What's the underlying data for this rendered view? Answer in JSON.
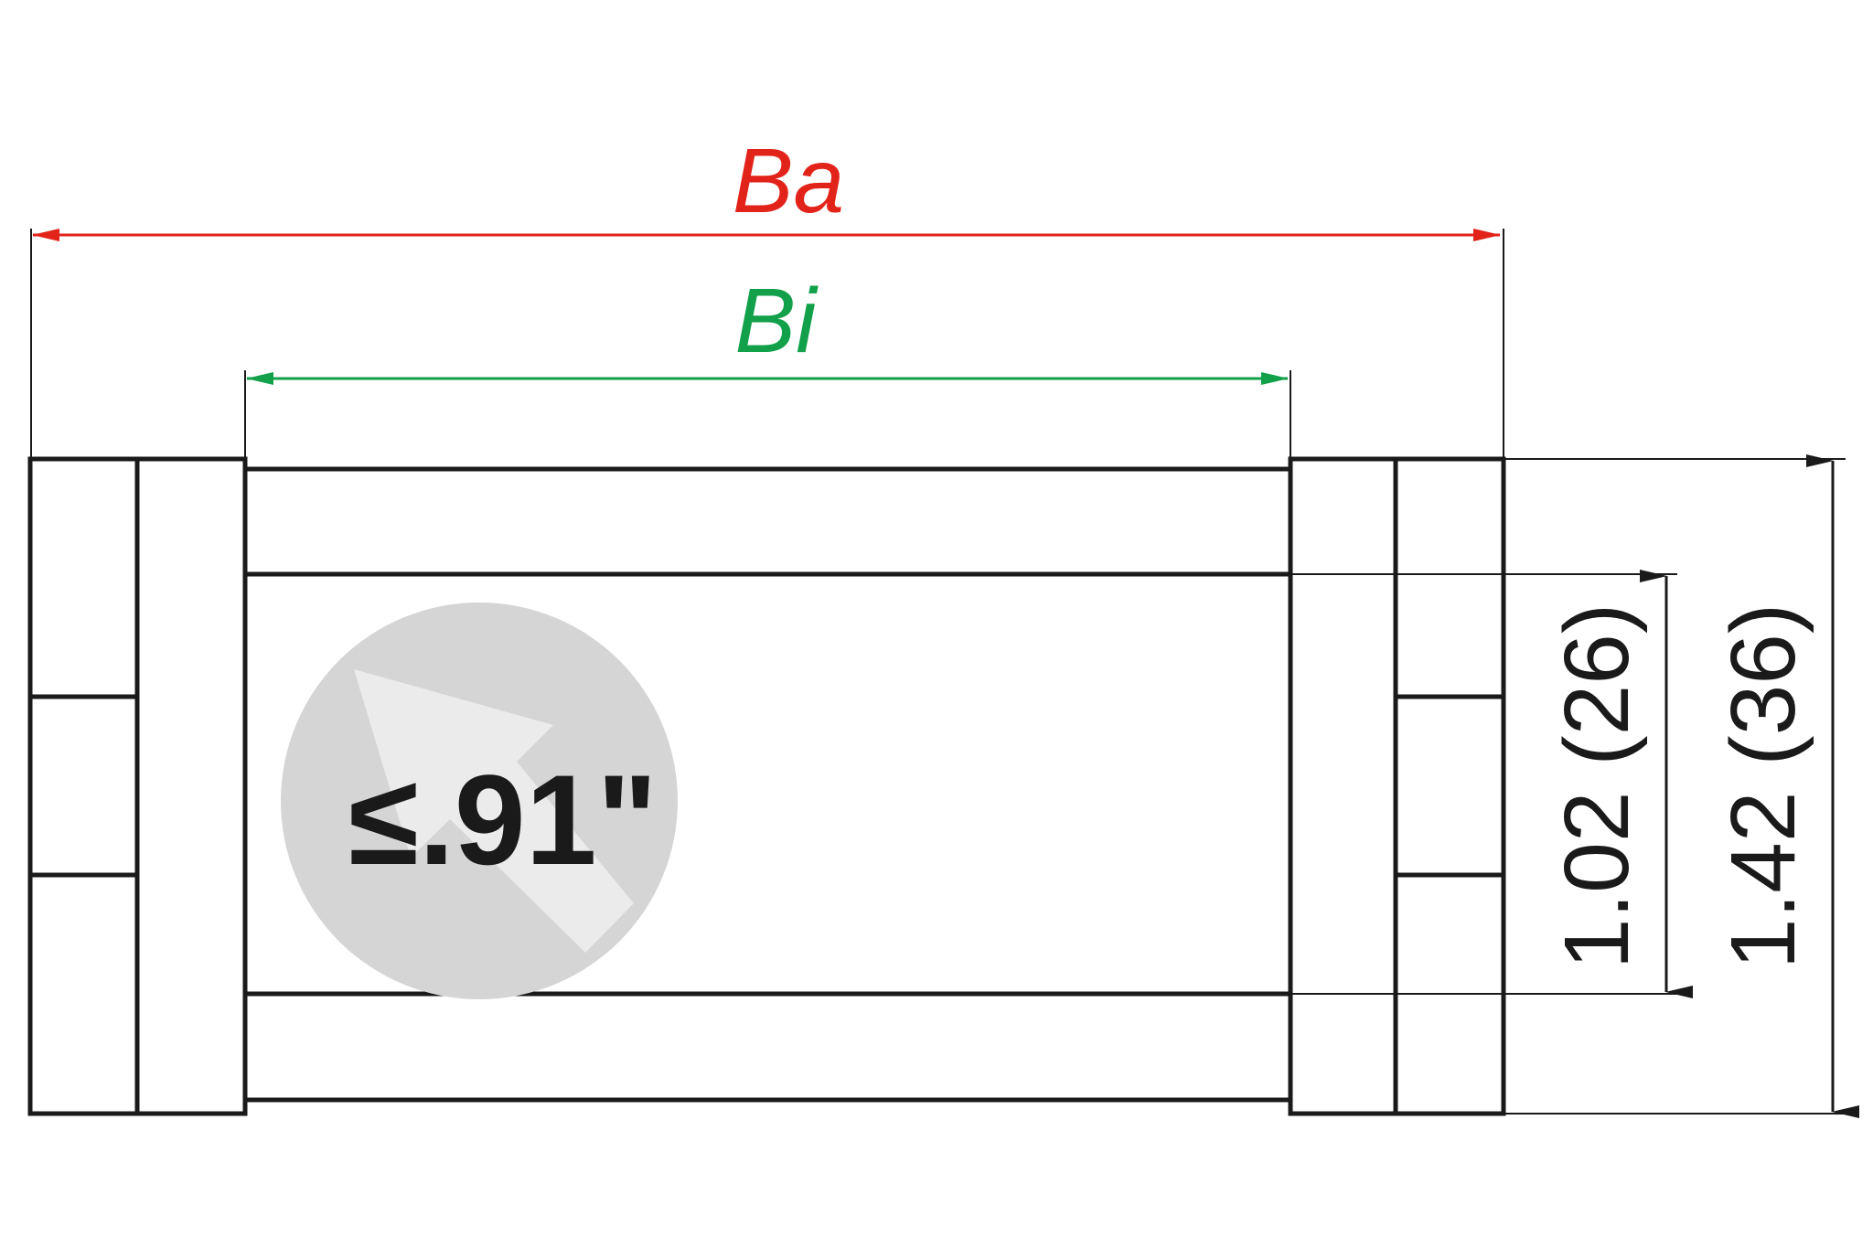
{
  "dimensions": {
    "outer_width_label": "Ba",
    "inner_width_label": "Bi",
    "inner_height_label": "1.02 (26)",
    "outer_height_label": "1.42 (36)"
  },
  "badge": {
    "label": "≤.91\""
  },
  "colors": {
    "outer_width": "#e2231a",
    "inner_width": "#12a04a",
    "lines": "#1a1a1a",
    "badge_fill": "#d5d5d5",
    "badge_arrow": "#ebebeb"
  }
}
